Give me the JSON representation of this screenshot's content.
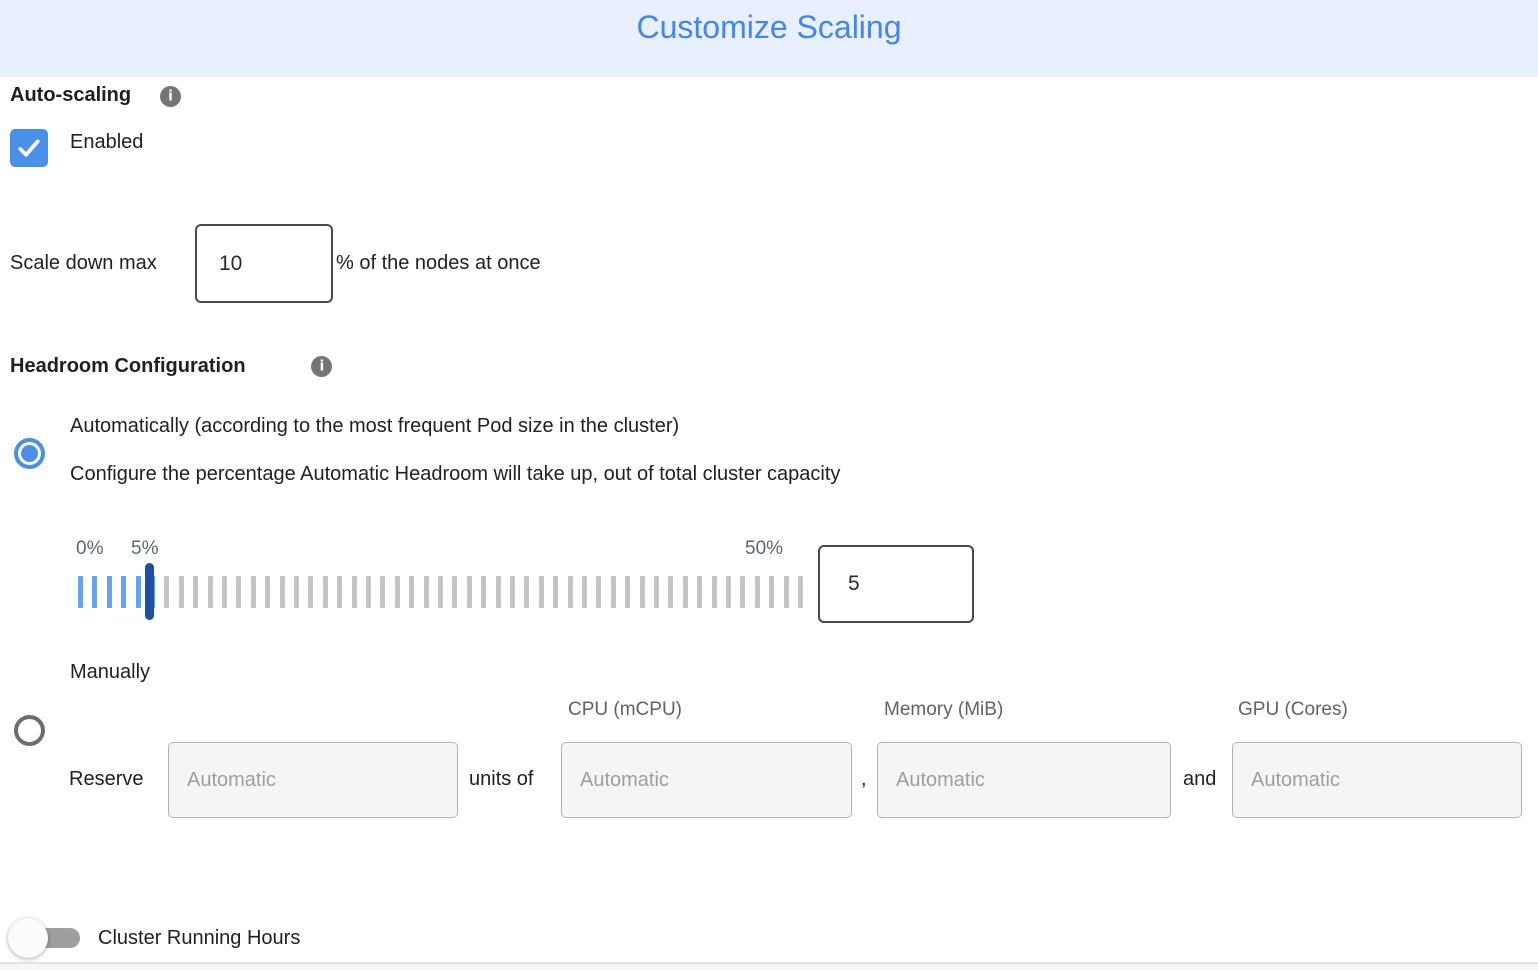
{
  "header": {
    "title": "Customize Scaling"
  },
  "auto_scaling": {
    "label": "Auto-scaling",
    "checkbox": {
      "checked": true,
      "label": "Enabled"
    }
  },
  "scale_down": {
    "prefix": "Scale down max",
    "value": "10",
    "suffix": "% of the nodes at once"
  },
  "headroom": {
    "label": "Headroom Configuration",
    "options": {
      "automatic": {
        "selected": true,
        "label": "Automatically (according to the most frequent Pod size in the cluster)",
        "description": "Configure the percentage Automatic Headroom will take up, out of total cluster capacity",
        "slider": {
          "min_label": "0%",
          "current_label": "5%",
          "max_label": "50%",
          "value": "5",
          "tick_count": 51,
          "filled_ticks": 6,
          "handle_index": 5
        }
      },
      "manual": {
        "selected": false,
        "label": "Manually",
        "columns": [
          "CPU (mCPU)",
          "Memory (MiB)",
          "GPU (Cores)"
        ],
        "reserve": {
          "prefix": "Reserve",
          "amount_placeholder": "Automatic",
          "units_text": "units of",
          "cpu_placeholder": "Automatic",
          "comma": ",",
          "memory_placeholder": "Automatic",
          "and_text": "and",
          "gpu_placeholder": "Automatic"
        }
      }
    }
  },
  "cluster_running_hours": {
    "label": "Cluster Running Hours",
    "enabled": false
  },
  "colors": {
    "header_bg": "#E8F0FE",
    "title_blue": "#4285F4",
    "accent_blue": "#4A90E8",
    "tick_blue": "#64A3F2",
    "tick_gray": "#C4C4C4",
    "handle_blue": "#1D50A5",
    "toggle_track": "#9E9E9E"
  }
}
